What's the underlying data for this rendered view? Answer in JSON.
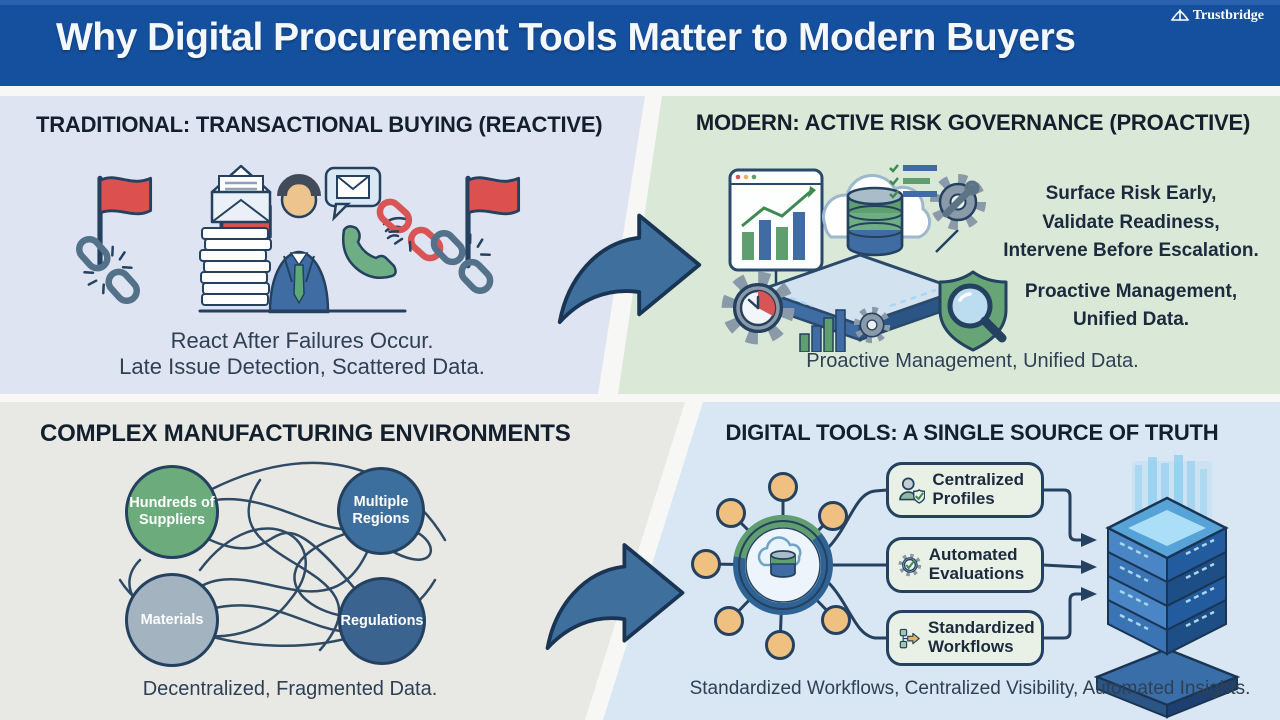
{
  "header": {
    "title": "Why Digital Procurement Tools Matter to Modern Buyers",
    "brand": "Trustbridge",
    "brand_icon": "bridge-icon",
    "bg_color": "#15509e",
    "text_color": "#f4f8fc"
  },
  "quadrants": {
    "traditional": {
      "heading": "TRADITIONAL: TRANSACTIONAL BUYING (REACTIVE)",
      "bg_color": "#dee4f1",
      "icons": [
        "red-flag-icon",
        "red-flag-icon",
        "broken-chain-icon",
        "open-envelope-icon",
        "paper-stack-icon",
        "buyer-person-icon",
        "mail-message-bubble-icon",
        "phone-call-icon",
        "red-broken-chain-icon",
        "red-flag-icon",
        "gray-chain-icon"
      ],
      "caption_line1": "React After Failures Occur.",
      "caption_line2": "Late Issue Detection, Scattered Data."
    },
    "modern": {
      "heading": "MODERN: ACTIVE RISK GOVERNANCE (PROACTIVE)",
      "bg_color": "#dae8d8",
      "icons": [
        "analytics-dashboard-icon",
        "cloud-database-icon",
        "platform-icon",
        "gear-wrench-icon",
        "checklist-icon",
        "gear-pie-chart-icon",
        "bar-chart-icon",
        "gear-icon",
        "shield-magnifier-icon"
      ],
      "benefits": [
        "Surface Risk Early,",
        "Validate Readiness,",
        "Intervene Before Escalation."
      ],
      "benefits2": [
        "Proactive Management,",
        "Unified Data."
      ],
      "caption": "Proactive Management, Unified Data."
    },
    "complex": {
      "heading": "COMPLEX MANUFACTURING ENVIRONMENTS",
      "bg_color": "#e8e9e4",
      "nodes": [
        {
          "label": "Hundreds of Suppliers",
          "color": "#6cab7c"
        },
        {
          "label": "Multiple Regions",
          "color": "#3d6f9e"
        },
        {
          "label": "Materials",
          "color": "#a3b3c0"
        },
        {
          "label": "Regulations",
          "color": "#3a6390"
        }
      ],
      "caption": "Decentralized, Fragmented Data."
    },
    "digital": {
      "heading": "DIGITAL TOOLS: A SINGLE SOURCE OF TRUTH",
      "bg_color": "#d9e6f3",
      "hub_icon": "cloud-database-hub-icon",
      "node_icon": "spoke-node-icon",
      "boxes": [
        {
          "label": "Centralized Profiles",
          "icon": "person-check-icon"
        },
        {
          "label": "Automated Evaluations",
          "icon": "gear-check-icon"
        },
        {
          "label": "Standardized Workflows",
          "icon": "workflow-arrow-icon"
        }
      ],
      "server_icon": "server-stack-icon",
      "caption": "Standardized Workflows, Centralized Visibility, Automated Insights."
    }
  },
  "arrows": {
    "style": "curved-swoosh-right",
    "color": "#3e6f9d"
  },
  "colors": {
    "outline": "#24415f",
    "accent_red": "#d95454",
    "accent_green": "#5f9e6e",
    "accent_blue": "#3e6ca3",
    "node_orange": "#efc080",
    "server_blue": "#2f6cb0"
  }
}
